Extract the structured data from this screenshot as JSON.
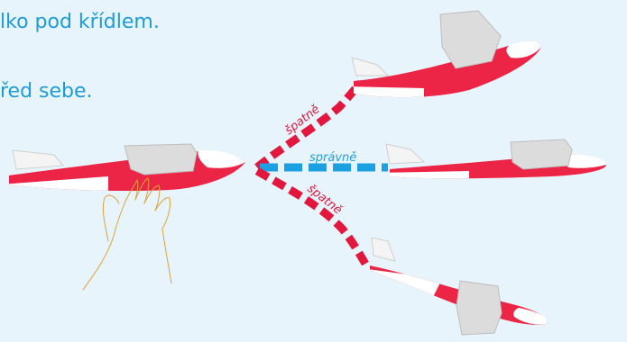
{
  "instructions": {
    "line1": "lko pod křídlem.",
    "line2": "řed sebe."
  },
  "labels": {
    "wrong_upper": "špatně",
    "correct": "správně",
    "wrong_lower": "špatně"
  },
  "colors": {
    "text": "#1f9bd7",
    "wrong": "#e3163d",
    "correct": "#1ba1e2",
    "plane_body": "#ec2546",
    "plane_wing": "#dcdcdc",
    "plane_highlight": "#ffffff",
    "hand_outline": "#e0a13a",
    "background": "#e8f4fb"
  }
}
